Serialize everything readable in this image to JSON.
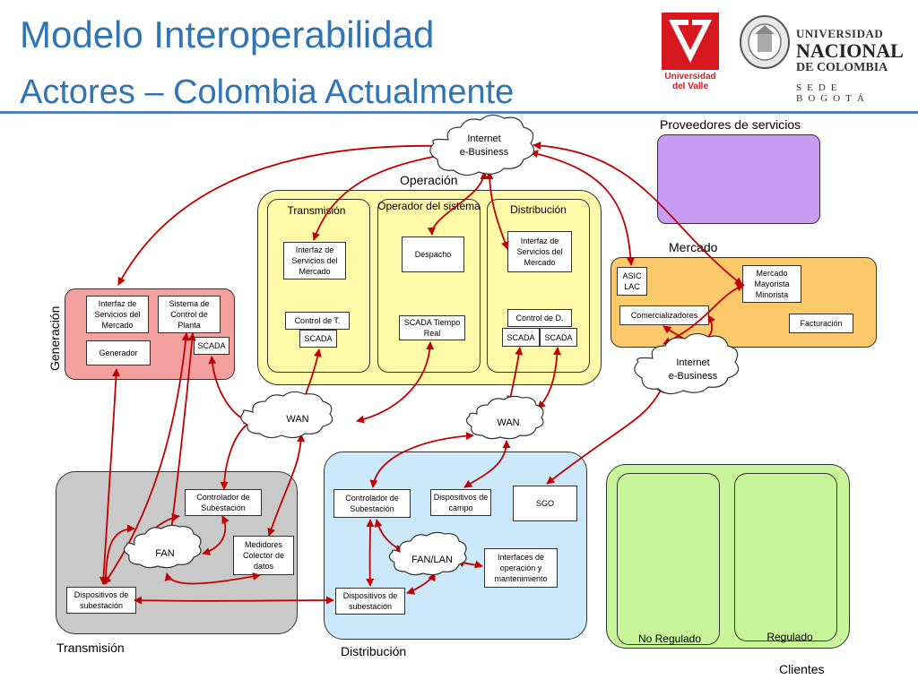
{
  "title": {
    "main": "Modelo Interoperabilidad",
    "sub": "Actores – Colombia Actualmente"
  },
  "logos": {
    "univalle": "Universidad del Valle",
    "unal": [
      "UNIVERSIDAD",
      "NACIONAL",
      "DE COLOMBIA",
      "SEDE BOGOTÁ"
    ]
  },
  "colors": {
    "title": "#2f75b5",
    "connector": "#c00000",
    "generacion": "#f4a0a0",
    "operacion": "#fff9a8",
    "transmision": "#c9c9c9",
    "distribucion": "#cce8fb",
    "clientes": "#c8f59a",
    "mercado": "#fcc96a",
    "proveedores": "#c79cf2"
  },
  "clouds": {
    "internet_top": "Internet\ne-Business",
    "internet_mid": "Internet\ne-Business",
    "wan_left": "WAN",
    "wan_right": "WAN",
    "fan": "FAN",
    "fan_lan": "FAN/LAN"
  },
  "operacion": {
    "label": "Operación",
    "transmision": {
      "label": "Transmisión",
      "interfaz": "Interfaz de Servicios del Mercado",
      "control": "Control de T.",
      "scada": "SCADA"
    },
    "operador": {
      "label": "Operador del sistema",
      "despacho": "Despacho",
      "scada": "SCADA Tiempo Real"
    },
    "distribucion": {
      "label": "Distribución",
      "interfaz": "Interfaz de Servicios del Mercado",
      "control": "Control de D.",
      "scada1": "SCADA",
      "scada2": "SCADA"
    }
  },
  "generacion": {
    "label": "Generación",
    "interfaz": "Interfaz de Servicios del Mercado",
    "sistema": "Sistema de Control de Planta",
    "generador": "Generador",
    "scada": "SCADA"
  },
  "proveedores": {
    "label": "Proveedores de servicios"
  },
  "mercado": {
    "label": "Mercado",
    "asic": "ASIC LAC",
    "mercado_box": "Mercado Mayorista Minorista",
    "comercializadores": "Comercializadores",
    "facturacion": "Facturación"
  },
  "transmision": {
    "label": "Transmisión",
    "controlador": "Controlador de Subestación",
    "medidores": "Medidores Colector de datos",
    "dispositivos": "Dispositivos de subestación"
  },
  "distribucion": {
    "label": "Distribución",
    "controlador": "Controlador de Subestación",
    "dispositivos_campo": "Dispositivos de campo",
    "sgo": "SGO",
    "interfaces": "Interfaces de operación y mantenimiento",
    "dispositivos_sub": "Dispositivos de subestación"
  },
  "clientes": {
    "label": "Clientes",
    "no_regulado": "No Regulado",
    "regulado": "Regulado"
  }
}
